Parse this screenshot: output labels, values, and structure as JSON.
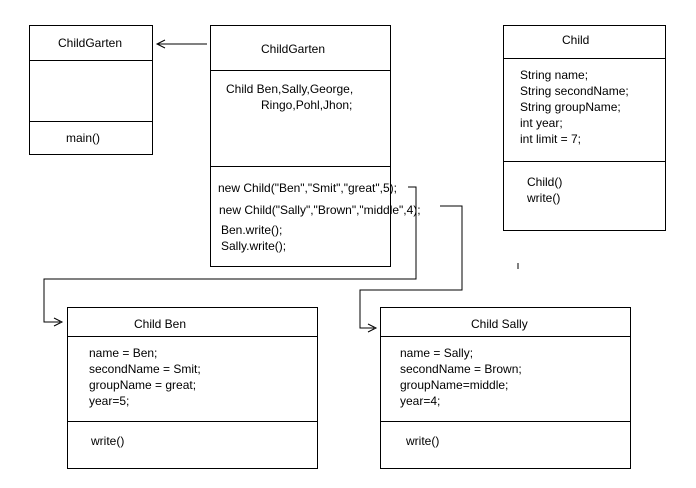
{
  "left_class": {
    "name": "ChildGarten",
    "method": "main()"
  },
  "main_class": {
    "name": "ChildGarten",
    "attr_line1": "Child Ben,Sally,George,",
    "attr_line2": "Ringo,Pohl,Jhon;",
    "body_line1": "new Child(\"Ben\",\"Smit\",\"great\",5);",
    "body_line2": "new Child(\"Sally\",\"Brown\",\"middle\",4);",
    "body_line3": "Ben.write();",
    "body_line4": "Sally.write();"
  },
  "child_class": {
    "name": "Child",
    "attr_line1": "String name;",
    "attr_line2": "String secondName;",
    "attr_line3": "String groupName;",
    "attr_line4": "int year;",
    "attr_line5": "int limit = 7;",
    "method1": "Child()",
    "method2": "write()"
  },
  "ben_object": {
    "name": "Child Ben",
    "attr_line1": "name = Ben;",
    "attr_line2": "secondName = Smit;",
    "attr_line3": "groupName = great;",
    "attr_line4": "year=5;",
    "method": "write()"
  },
  "sally_object": {
    "name": "Child Sally",
    "attr_line1": "name = Sally;",
    "attr_line2": "secondName = Brown;",
    "attr_line3": "groupName=middle;",
    "attr_line4": "year=4;",
    "method": "write()"
  }
}
